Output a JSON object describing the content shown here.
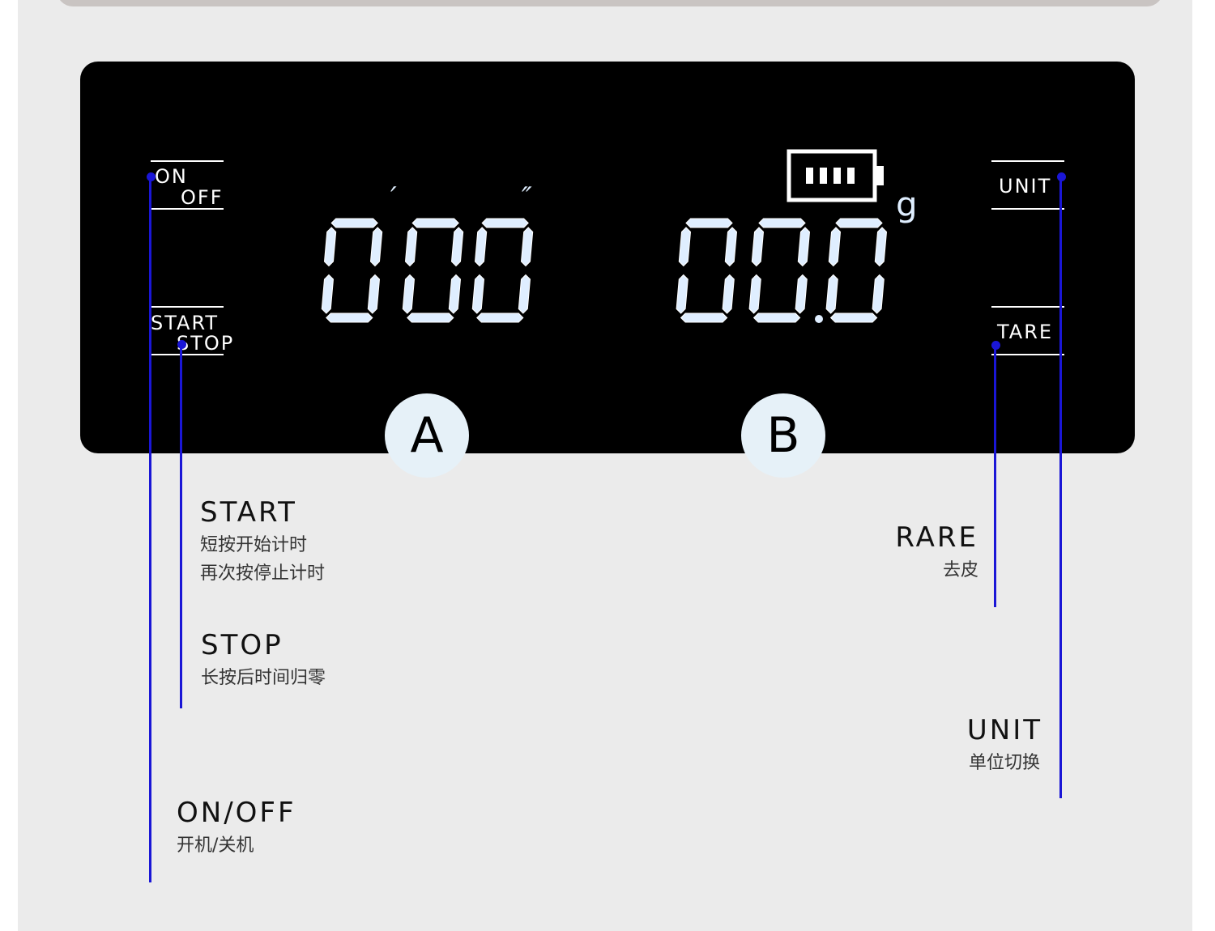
{
  "display": {
    "timer_digits": "000",
    "minute_mark": "′",
    "second_mark": "″",
    "weight_digits": "000",
    "weight_unit": "g",
    "battery_level": 1.0
  },
  "buttons": {
    "on_off": {
      "top": "ON",
      "bottom": "OFF"
    },
    "start_stop": {
      "top": "START",
      "bottom": "STOP"
    },
    "unit": {
      "label": "UNIT"
    },
    "tare": {
      "label": "TARE"
    }
  },
  "badges": {
    "a": "A",
    "b": "B"
  },
  "annotations": {
    "start": {
      "title": "START",
      "desc": "短按开始计时\n再次按停止计时"
    },
    "stop": {
      "title": "STOP",
      "desc": "长按后时间归零"
    },
    "on_off": {
      "title": "ON/OFF",
      "desc": "开机/关机"
    },
    "rare": {
      "title": "RARE",
      "desc": "去皮"
    },
    "unit": {
      "title": "UNIT",
      "desc": "单位切换"
    }
  },
  "colors": {
    "accent_line": "#1a16d6",
    "digit_fill": "#dfeeff",
    "badge_bg": "#e6f1f8"
  }
}
